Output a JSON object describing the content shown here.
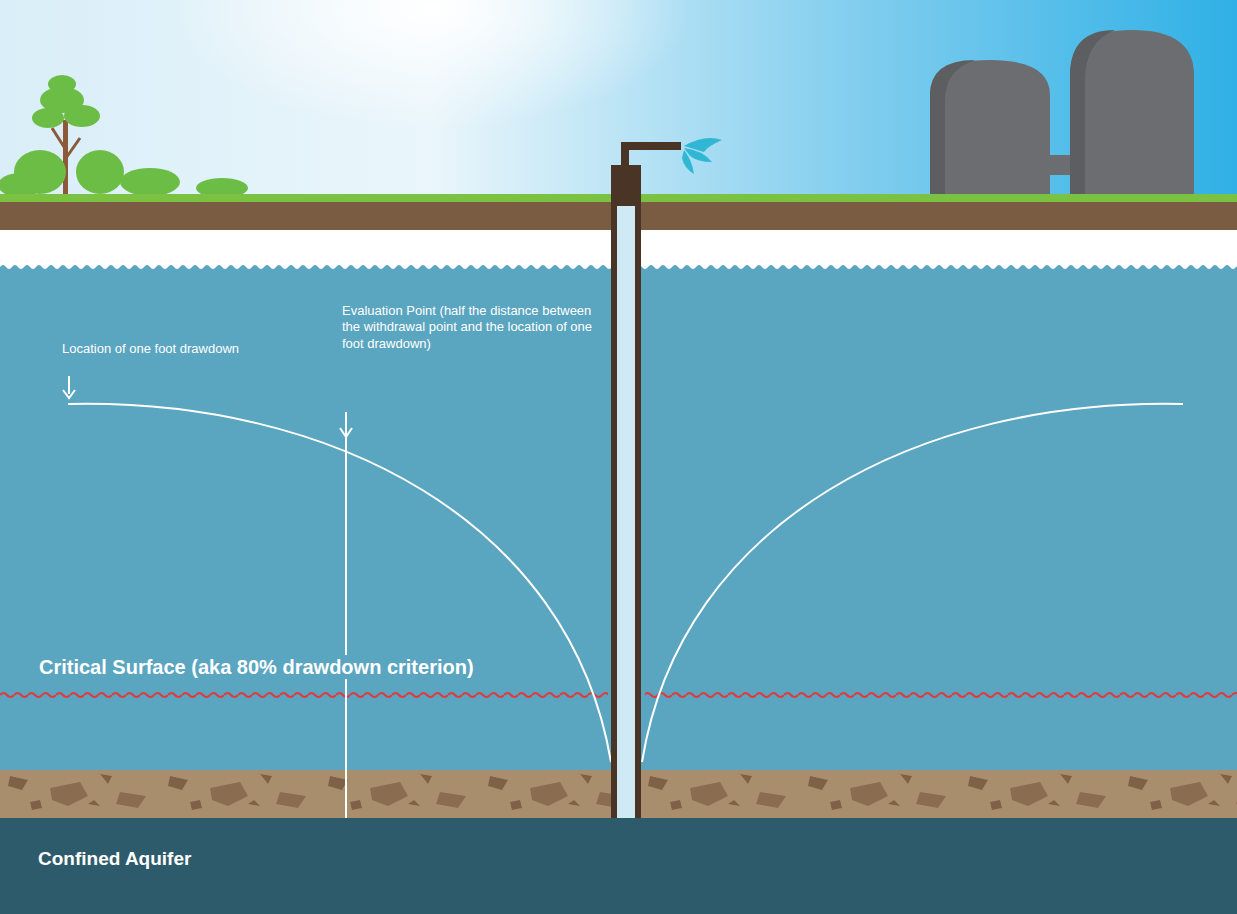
{
  "diagram": {
    "nodes": [
      {
        "text": [
          "Confined Aquifer"
        ]
      }
    ],
    "labels": [
      "Location of one foot drawdown",
      "Evaluation Point (half the distance between the withdrawal point and the location of one foot drawdown)",
      "Critical Surface (aka 80% drawdown criterion)"
    ]
  }
}
